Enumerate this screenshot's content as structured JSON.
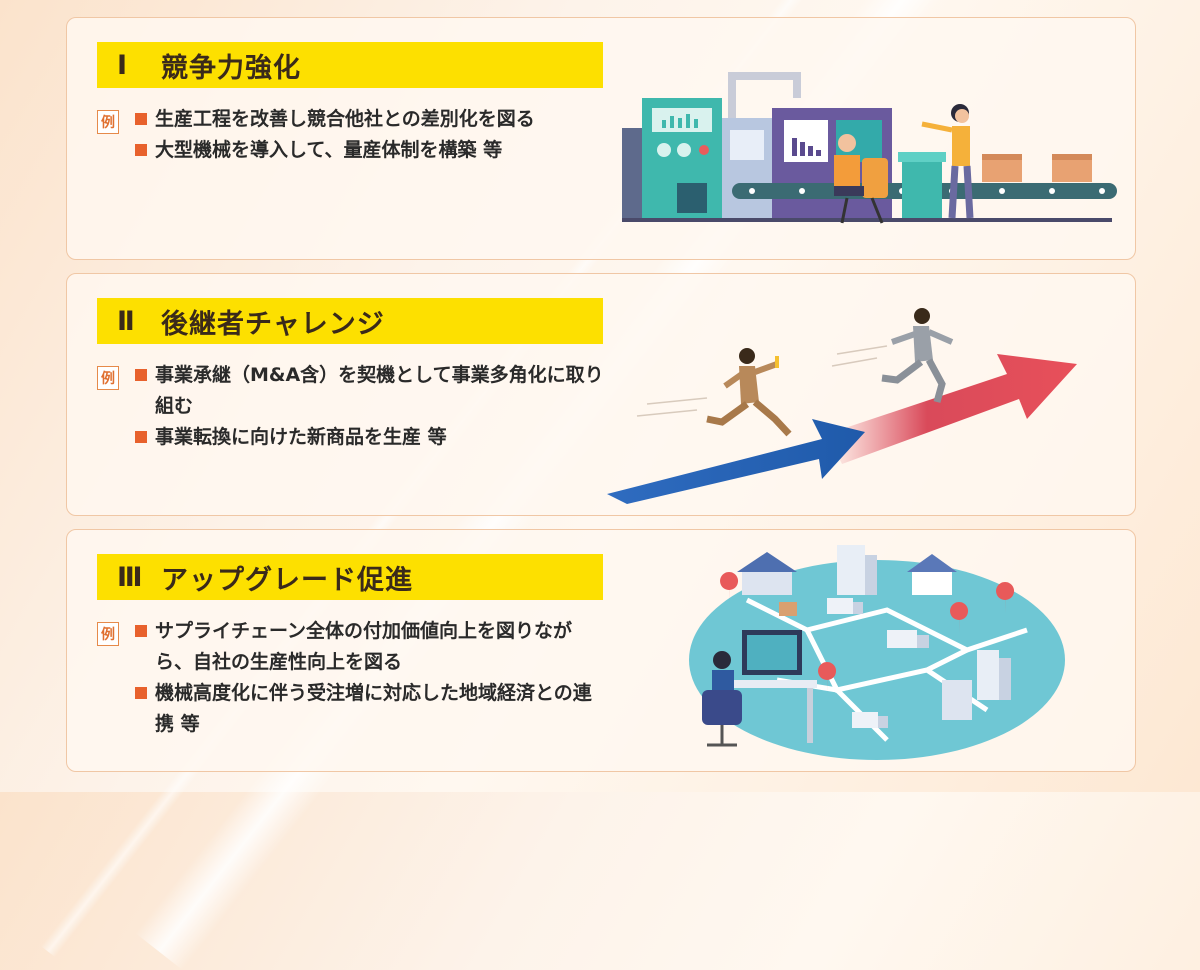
{
  "sections": [
    {
      "number": "Ⅰ",
      "title": "競争力強化",
      "example_label": "例",
      "bullets": [
        "生産工程を改善し競合他社との差別化を図る",
        "大型機械を導入して、量産体制を構築 等"
      ]
    },
    {
      "number": "Ⅱ",
      "title": "後継者チャレンジ",
      "example_label": "例",
      "bullets": [
        "事業承継（M&A含）を契機として事業多角化に取り組む",
        "事業転換に向けた新商品を生産 等"
      ]
    },
    {
      "number": "Ⅲ",
      "title": "アップグレード促進",
      "example_label": "例",
      "bullets": [
        "サプライチェーン全体の付加価値向上を図りながら、自社の生産性向上を図る",
        "機械高度化に伴う受注増に対応した地域経済との連携 等"
      ]
    }
  ],
  "colors": {
    "title_bar": "#fde000",
    "bullet": "#e8612c",
    "panel_border": "#f0c7a5"
  }
}
